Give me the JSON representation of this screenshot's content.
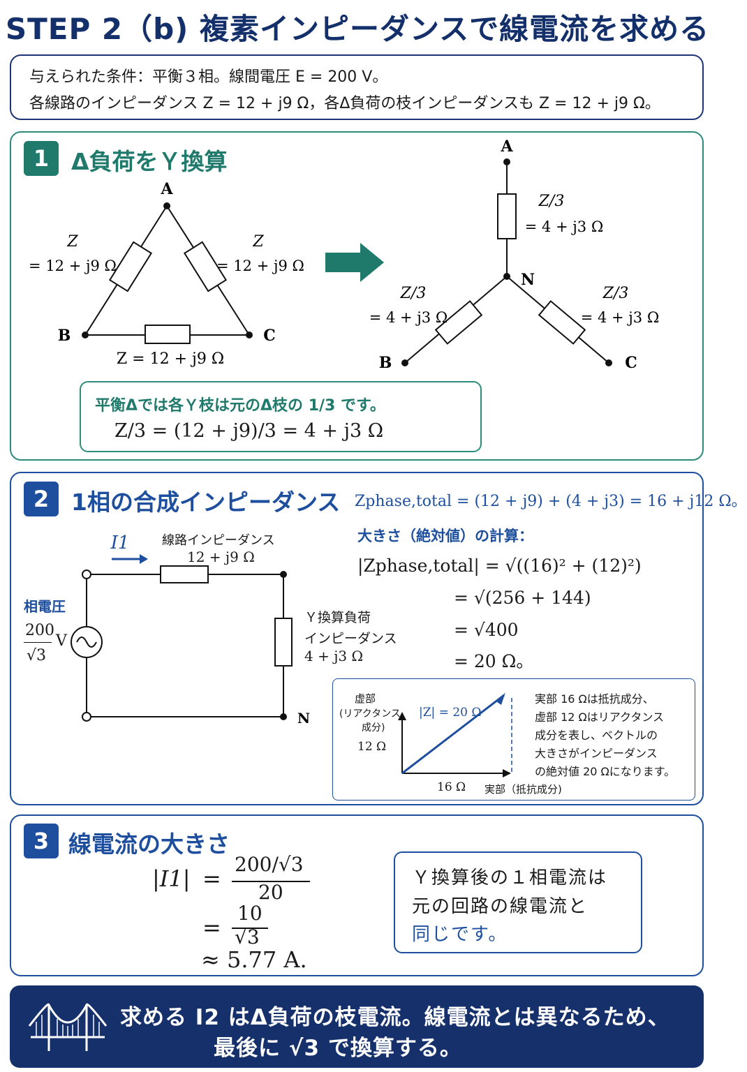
{
  "title": "STEP 2（b) 複素インピーダンスで線電流を求める",
  "given": {
    "line1": "与えられた条件：平衡３相。線間電圧 E = 200 V。",
    "line2": "各線路のインピーダンス Z = 12 + j9 Ω，各Δ負荷の枝インピーダンスも Z = 12 + j9 Ω。"
  },
  "section1": {
    "number": "1",
    "title": "Δ負荷をＹ換算",
    "delta": {
      "nodes": [
        "A",
        "B",
        "C"
      ],
      "left_label_1": "Z",
      "left_label_2": "= 12 + j9 Ω",
      "right_label_1": "Z",
      "right_label_2": "= 12 + j9 Ω",
      "bottom_label": "Z = 12 + j9 Ω"
    },
    "wye": {
      "nodes": [
        "A",
        "N",
        "B",
        "C"
      ],
      "branch_label_1": "Z/3",
      "branch_label_2": "= 4 + j3  Ω",
      "branch_label_2b": "= 4 + j3 Ω"
    },
    "note_line1": "平衡Δでは各Ｙ枝は元のΔ枝の 1/3 です。",
    "note_line2": "Z/3 = (12 + j9)/3 = 4 + j3 Ω"
  },
  "section2": {
    "number": "2",
    "title": "1相の合成インピーダンス",
    "formula": "Zphase,total = (12 + j9) + (4 + j3) = 16 + j12 Ω。",
    "circuit": {
      "current": "I1",
      "line_imp_label": "線路インピーダンス",
      "line_imp_value": "12 + j9 Ω",
      "phase_voltage_label": "相電圧",
      "voltage_num": "200",
      "voltage_den": "√3",
      "voltage_unit": "V",
      "load_label_1": "Ｙ換算負荷",
      "load_label_2": "インピーダンス",
      "load_value": "4 + j3 Ω",
      "neutral": "N"
    },
    "calc_title": "大きさ（絶対値）の計算：",
    "calc": [
      "|Zphase,total| = √((16)² + (12)²)",
      "= √(256 + 144)",
      "= √400",
      "= 20 Ω。"
    ],
    "vector": {
      "imag_axis_1": "虚部",
      "imag_axis_2": "(リアクタンス",
      "imag_axis_3": "成分)",
      "imag_value": "12 Ω",
      "magnitude": "|Z| = 20 Ω",
      "real_value": "16 Ω",
      "real_axis": "実部（抵抗成分)",
      "note": [
        "実部 16 Ωは抵抗成分、",
        "虚部 12 Ωはリアクタンス",
        "成分を表し、ベクトルの",
        "大きさがインピーダンス",
        "の絶対値 20 Ωになります。"
      ]
    }
  },
  "section3": {
    "number": "3",
    "title": "線電流の大きさ",
    "lhs": "|I1|",
    "frac1_num": "200/√3",
    "frac1_den": "20",
    "frac2_num": "10",
    "frac2_den": "√3",
    "result": "≈ 5.77 A.",
    "note_line1": "Ｙ換算後の１相電流は",
    "note_line2": "元の回路の線電流と",
    "note_line3": "同じです。"
  },
  "footer": {
    "line1": "求める I2 はΔ負荷の枝電流。線電流とは異なるため、",
    "line2": "最後に √3 で換算する。"
  },
  "colors": {
    "navy": "#15306b",
    "teal": "#2b8c7d",
    "blue": "#1d4f9e"
  }
}
